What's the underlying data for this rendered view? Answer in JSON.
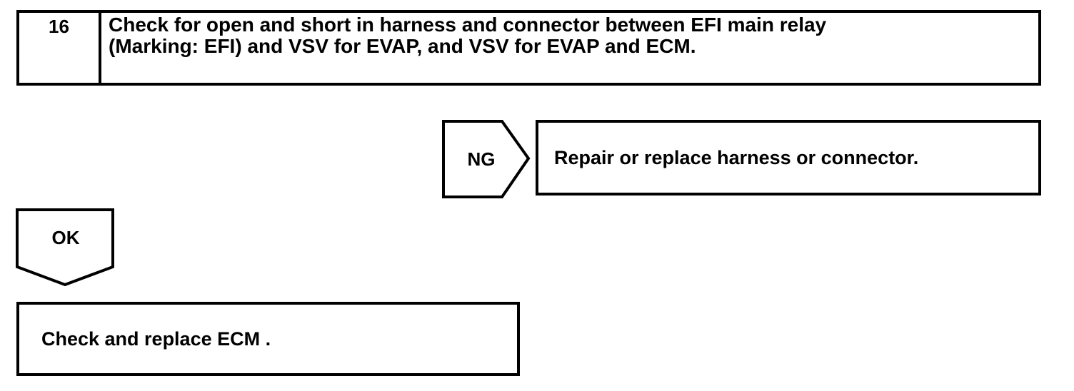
{
  "page": {
    "background": "#ffffff",
    "line_color": "#000000"
  },
  "step_box": {
    "number": "16",
    "instruction_lines": [
      "Check for open and short in harness and connector between EFI main relay",
      "(Marking: EFI) and VSV for EVAP, and VSV for EVAP and ECM."
    ]
  },
  "ng_branch": {
    "label": "NG",
    "action": "Repair or replace harness or connector."
  },
  "ok_branch": {
    "label": "OK",
    "action": "Check and replace ECM ."
  }
}
